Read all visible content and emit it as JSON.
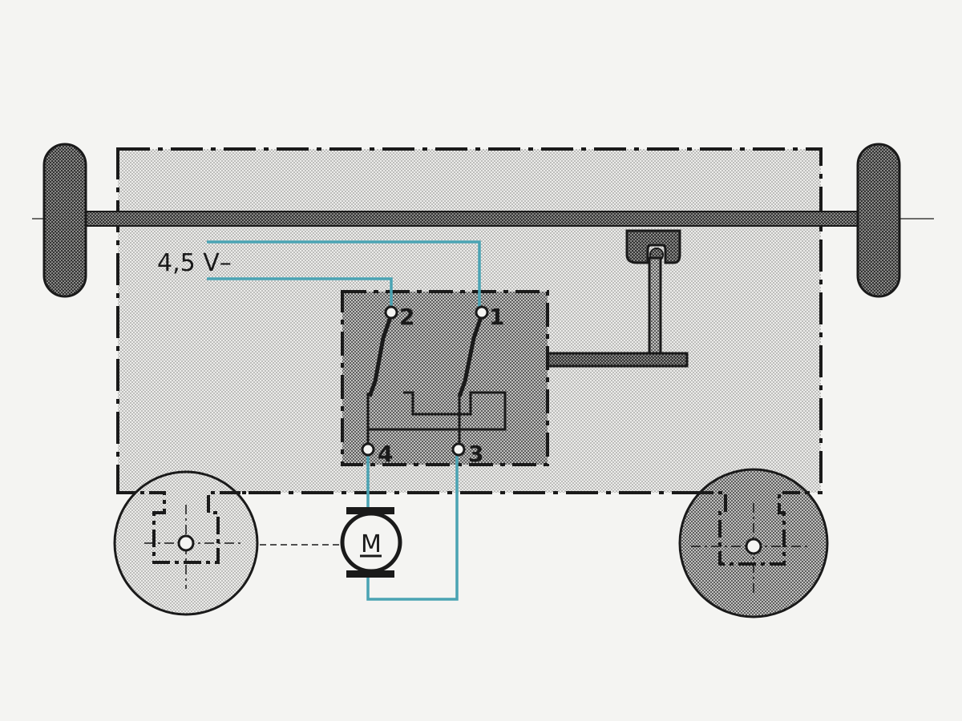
{
  "supply_label": "4,5 V–",
  "terminals": [
    {
      "id": "t1",
      "label": "1"
    },
    {
      "id": "t2",
      "label": "2"
    },
    {
      "id": "t3",
      "label": "3"
    },
    {
      "id": "t4",
      "label": "4"
    }
  ],
  "motor_label": "M",
  "colors": {
    "wire": "#4aa3b3",
    "ink": "#1a1a1a",
    "stipple_light": "#d8d8d6",
    "stipple_mid": "#a9a9a7",
    "stipple_dark": "#7e7e7c",
    "paper": "#f4f4f2"
  }
}
